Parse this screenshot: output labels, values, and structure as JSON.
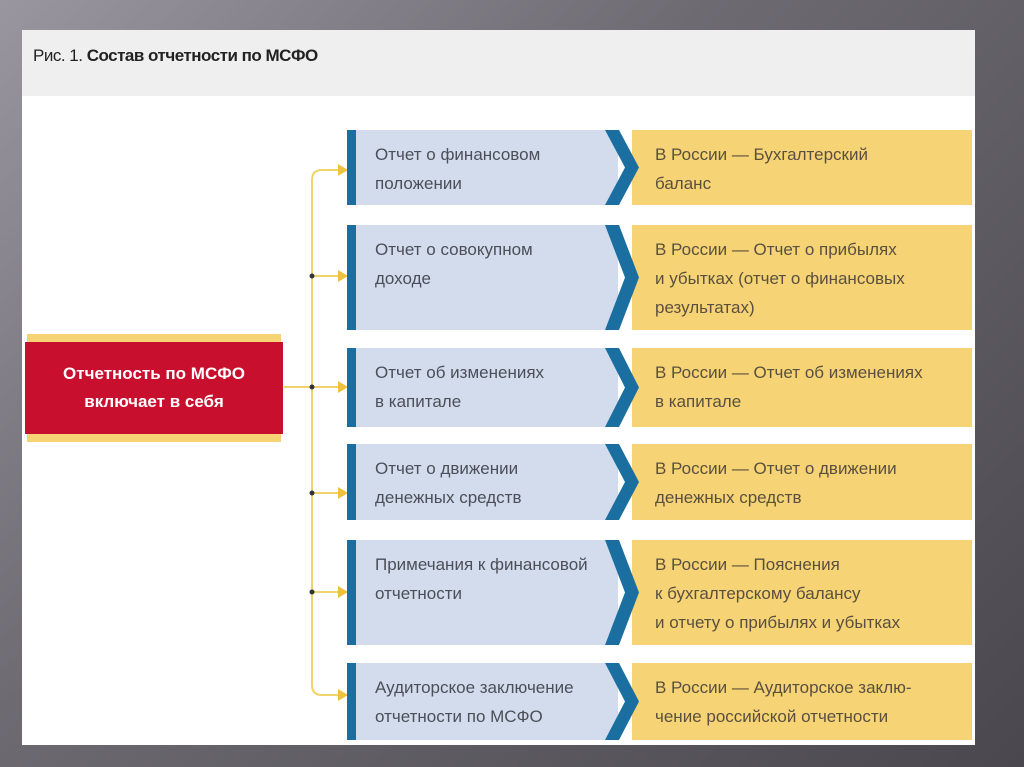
{
  "title": {
    "prefix": "Рис. 1.",
    "text": "Состав отчетности по МСФО"
  },
  "main": {
    "line1": "Отчетность по МСФО",
    "line2": "включает в себя"
  },
  "rows": [
    {
      "left": [
        "Отчет о финансовом",
        "положении"
      ],
      "right": [
        "В России — Бухгалтерский",
        "баланс"
      ]
    },
    {
      "left": [
        "Отчет о совокупном",
        "доходе"
      ],
      "right": [
        "В России — Отчет о прибылях",
        "и убытках (отчет о финансовых",
        "результатах)"
      ]
    },
    {
      "left": [
        "Отчет об изменениях",
        "в капитале"
      ],
      "right": [
        "В России — Отчет об изменениях",
        "в капитале"
      ]
    },
    {
      "left": [
        "Отчет о движении",
        "денежных средств"
      ],
      "right": [
        "В России — Отчет о движении",
        "денежных средств"
      ]
    },
    {
      "left": [
        "Примечания к финансовой",
        "отчетности"
      ],
      "right": [
        "В России — Пояснения",
        "к бухгалтерскому балансу",
        "и отчету о прибылях и убытках"
      ]
    },
    {
      "left": [
        "Аудиторское заключение",
        "отчетности по МСФО"
      ],
      "right": [
        "В России — Аудиторское заклю-",
        "чение российской отчетности"
      ]
    }
  ],
  "colors": {
    "blue": "#1a6fa0",
    "red": "#c8102e",
    "yellow": "#f6d374",
    "lightblue": "#d3dced"
  }
}
